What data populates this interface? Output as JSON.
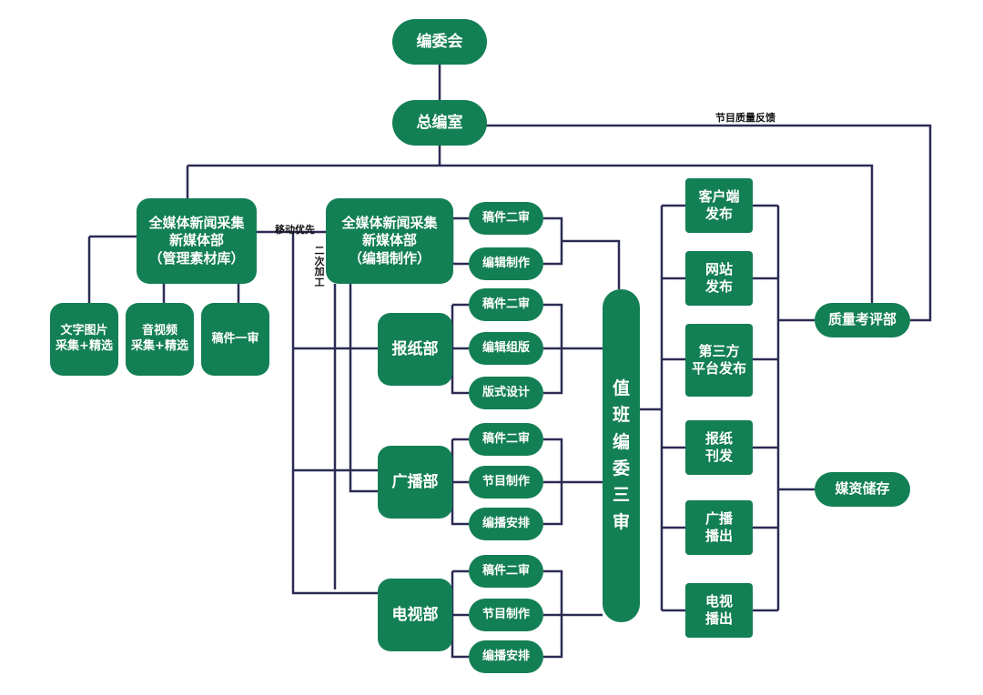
{
  "nodes": {
    "editorial_committee": "编委会",
    "chief_office": "总编室",
    "allmedia_left_l1": "全媒体新闻采集",
    "allmedia_left_l2": "新媒体部",
    "allmedia_left_l3": "（管理素材库）",
    "allmedia_mid_l1": "全媒体新闻采集",
    "allmedia_mid_l2": "新媒体部",
    "allmedia_mid_l3": "（编辑制作）",
    "text_image_l1": "文字图片",
    "text_image_l2": "采集+精选",
    "audio_video_l1": "音视频",
    "audio_video_l2": "采集+精选",
    "draft_first_review": "稿件一审",
    "newspaper_dept": "报纸部",
    "broadcast_dept": "广播部",
    "tv_dept": "电视部",
    "newmedia_sub": [
      "稿件二审",
      "编辑制作"
    ],
    "newspaper_sub": [
      "稿件二审",
      "编辑组版",
      "版式设计"
    ],
    "broadcast_sub": [
      "稿件二审",
      "节目制作",
      "编播安排"
    ],
    "tv_sub": [
      "稿件二审",
      "节目制作",
      "编播安排"
    ],
    "duty_review": [
      "值",
      "班",
      "编",
      "委",
      "三",
      "审"
    ],
    "outputs": [
      {
        "l1": "客户端",
        "l2": "发布"
      },
      {
        "l1": "网站",
        "l2": "发布"
      },
      {
        "l1": "第三方",
        "l2": "平台发布"
      },
      {
        "l1": "报纸",
        "l2": "刊发"
      },
      {
        "l1": "广播",
        "l2": "播出"
      },
      {
        "l1": "电视",
        "l2": "播出"
      }
    ],
    "quality_dept": "质量考评部",
    "media_storage": "媒资储存"
  },
  "labels": {
    "mobile_first": "移动优先",
    "secondary_processing": "二次加工",
    "quality_feedback": "节目质量反馈"
  },
  "colors": {
    "node_fill": "#137f54",
    "node_text": "#ffffff",
    "connector": "#2b2b55"
  }
}
